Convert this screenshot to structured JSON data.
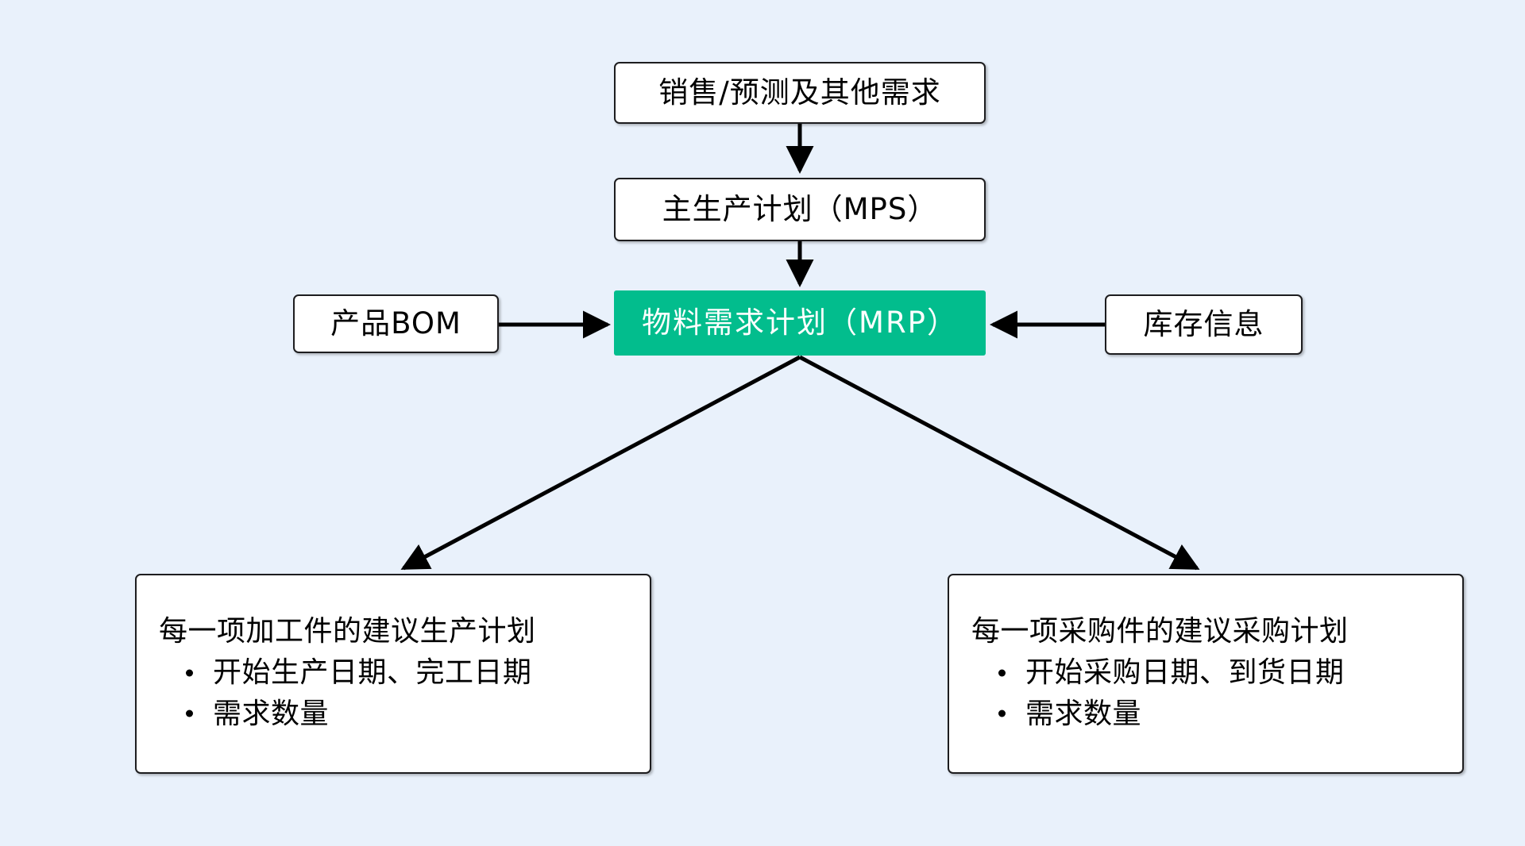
{
  "diagram": {
    "type": "flowchart",
    "title_text": "",
    "background_color": "#e9f1fb",
    "accent_color": "#02bd8d",
    "nodes": {
      "demand": {
        "label": "销售/预测及其他需求"
      },
      "mps": {
        "label": "主生产计划（MPS）"
      },
      "mrp": {
        "label": "物料需求计划（MRP）"
      },
      "bom": {
        "label": "产品BOM"
      },
      "inventory": {
        "label": "库存信息"
      },
      "production_plan": {
        "heading": "每一项加工件的建议生产计划",
        "bullets": [
          "开始生产日期、完工日期",
          "需求数量"
        ]
      },
      "purchase_plan": {
        "heading": "每一项采购件的建议采购计划",
        "bullets": [
          "开始采购日期、到货日期",
          "需求数量"
        ]
      }
    },
    "edges": [
      {
        "from": "demand",
        "to": "mps",
        "direction": "down"
      },
      {
        "from": "mps",
        "to": "mrp",
        "direction": "down"
      },
      {
        "from": "bom",
        "to": "mrp",
        "direction": "right"
      },
      {
        "from": "inventory",
        "to": "mrp",
        "direction": "left"
      },
      {
        "from": "mrp",
        "to": "production_plan",
        "direction": "down-left"
      },
      {
        "from": "mrp",
        "to": "purchase_plan",
        "direction": "down-right"
      }
    ]
  }
}
